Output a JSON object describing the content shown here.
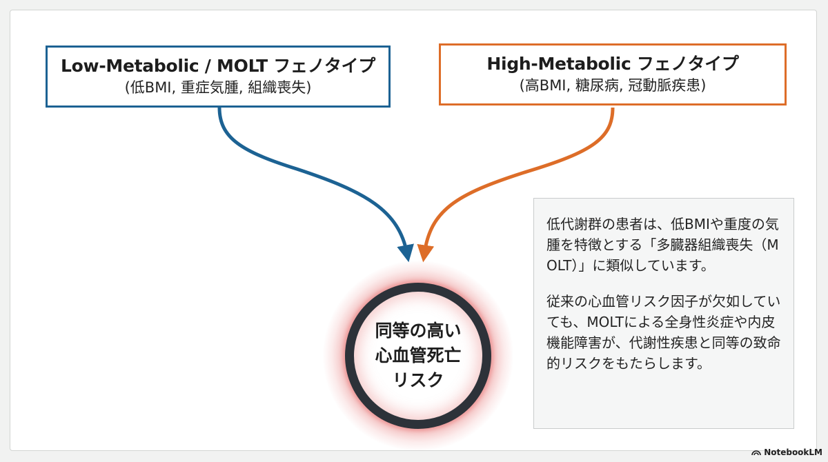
{
  "boxes": {
    "low": {
      "title": "Low-Metabolic / MOLT フェノタイプ",
      "subtitle": "(低BMI, 重症気腫, 組織喪失)",
      "color": "#1c6293"
    },
    "high": {
      "title": "High-Metabolic フェノタイプ",
      "subtitle": "(高BMI, 糖尿病, 冠動脈疾患)",
      "color": "#dd6d28"
    }
  },
  "outcome": {
    "line1": "同等の高い",
    "line2": "心血管死亡",
    "line3": "リスク"
  },
  "note": {
    "paragraph1": "低代謝群の患者は、低BMIや重度の気腫を特徴とする「多臓器組織喪失（MOLT）」に類似しています。",
    "paragraph2": "従来の心血管リスク因子が欠如していても、MOLTによる全身性炎症や内皮機能障害が、代謝性疾患と同等の致命的リスクをもたらします。"
  },
  "branding": {
    "label": "NotebookLM",
    "icon": "notebooklm-icon"
  }
}
